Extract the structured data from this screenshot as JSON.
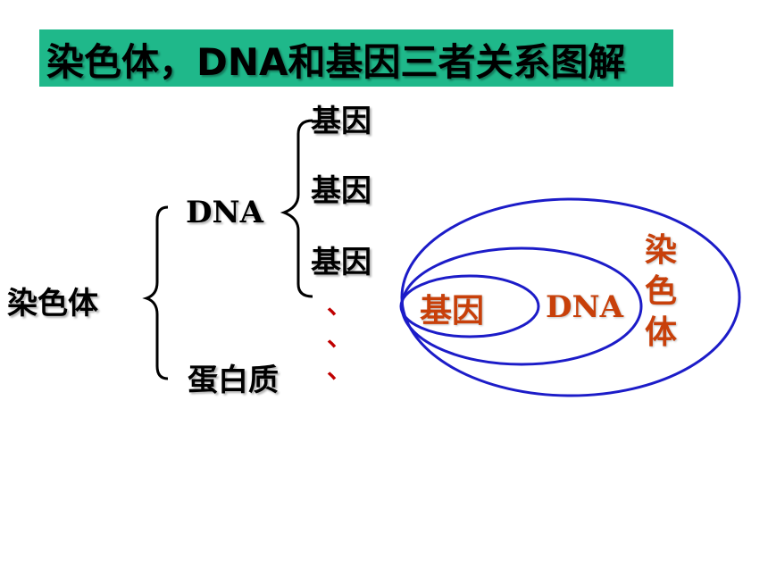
{
  "title": "染色体，DNA和基因三者关系图解",
  "tree": {
    "root": "染色体",
    "dna": "DNA",
    "genes": [
      "基因",
      "基因",
      "基因"
    ],
    "ellipsis": [
      "、",
      "、",
      "、"
    ],
    "protein": "蛋白质"
  },
  "venn": {
    "inner": "基因",
    "middle": "DNA",
    "outer_chars": [
      "染",
      "色",
      "体"
    ]
  },
  "colors": {
    "title_bg": "#1fb88a",
    "ellipse_stroke": "#1c1cc8",
    "venn_text": "#c8400a",
    "dots": "#c00000"
  }
}
